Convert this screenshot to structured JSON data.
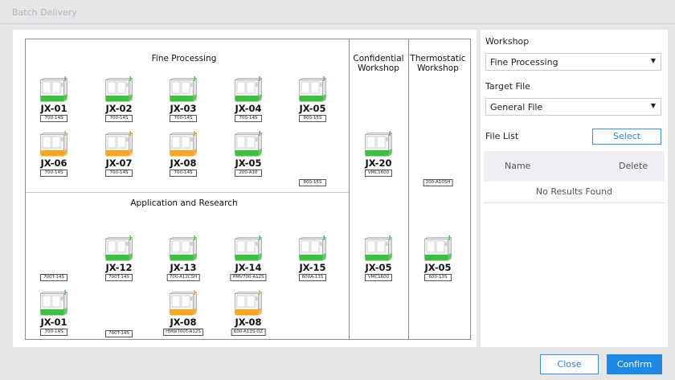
{
  "window": {
    "title": "Batch Delivery"
  },
  "colors": {
    "accent": "#1e88e5",
    "machine_green": "#3fbf3f",
    "machine_orange": "#f5a623"
  },
  "sections": {
    "fine": "Fine Processing",
    "app": "Application and Research",
    "conf": "Confidential Workshop",
    "thermo": "Thermostatic Workshop"
  },
  "machines": [
    {
      "label": "JX-01",
      "tag": "700-14S",
      "color": "green"
    },
    {
      "label": "JX-02",
      "tag": "700-14S",
      "color": "green"
    },
    {
      "label": "JX-03",
      "tag": "700-14S",
      "color": "green"
    },
    {
      "label": "JX-04",
      "tag": "700-14S",
      "color": "green"
    },
    {
      "label": "JX-05",
      "tag": "800-15S",
      "color": "green"
    },
    {
      "label": "JX-06",
      "tag": "700-14S",
      "color": "orange"
    },
    {
      "label": "JX-07",
      "tag": "700-14S",
      "color": "orange"
    },
    {
      "label": "JX-08",
      "tag": "700-14S",
      "color": "orange"
    },
    {
      "label": "JX-05",
      "tag": "200-A10",
      "color": "green"
    },
    {
      "label": "JX-12",
      "tag": "700T-14S",
      "color": "green"
    },
    {
      "label": "JX-13",
      "tag": "700-A12CSH",
      "color": "green"
    },
    {
      "label": "JX-14",
      "tag": "HMV700-A12S",
      "color": "green"
    },
    {
      "label": "JX-15",
      "tag": "600A-13S",
      "color": "green"
    },
    {
      "label": "JX-01",
      "tag": "700-14S",
      "color": "green"
    },
    {
      "label": "JX-08",
      "tag": "HMW700T-A12S",
      "color": "orange"
    },
    {
      "label": "JX-08",
      "tag": "600-A13S-DZ",
      "color": "orange"
    },
    {
      "label": "JX-20",
      "tag": "VMC1600",
      "color": "green"
    },
    {
      "label": "JX-05",
      "tag": "VMC1600",
      "color": "green"
    },
    {
      "label": "JX-05",
      "tag": "600-13S",
      "color": "green"
    }
  ],
  "lone_tags": [
    "800-15S",
    "700T-14S",
    "700T-14S",
    "200-A10SH"
  ],
  "form": {
    "workshop_label": "Workshop",
    "workshop_value": "Fine Processing",
    "target_label": "Target File",
    "target_value": "General File",
    "filelist_label": "File List",
    "select_btn": "Select",
    "col_name": "Name",
    "col_delete": "Delete",
    "empty_text": "No Results Found"
  },
  "footer": {
    "close": "Close",
    "confirm": "Confirm"
  }
}
